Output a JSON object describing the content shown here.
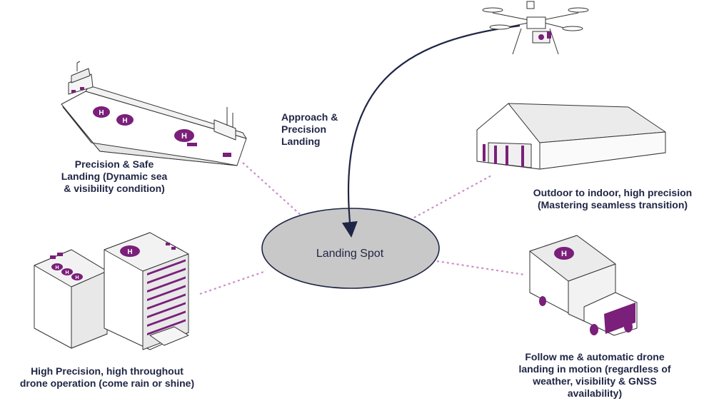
{
  "center": {
    "label": "Landing Spot"
  },
  "approach": {
    "lines": [
      "Approach &",
      "Precision",
      "Landing"
    ]
  },
  "scenarios": {
    "ship": {
      "lines": [
        "Precision & Safe",
        "Landing (Dynamic sea",
        "& visibility condition)"
      ]
    },
    "warehouse": {
      "lines": [
        "Outdoor to indoor, high precision",
        "(Mastering seamless transition)"
      ]
    },
    "buildings": {
      "lines": [
        "High Precision, high throughout",
        "drone operation (come rain or shine)"
      ]
    },
    "truck": {
      "lines": [
        "Follow me & automatic drone",
        "landing in motion (regardless of",
        "weather, visibility & GNSS",
        "availability)"
      ]
    }
  },
  "helipad_mark": "H",
  "colors": {
    "accent": "#7a1f7a",
    "ink": "#1f2544",
    "spot_fill": "#c8c8c8",
    "connector": "#c98fc9"
  }
}
